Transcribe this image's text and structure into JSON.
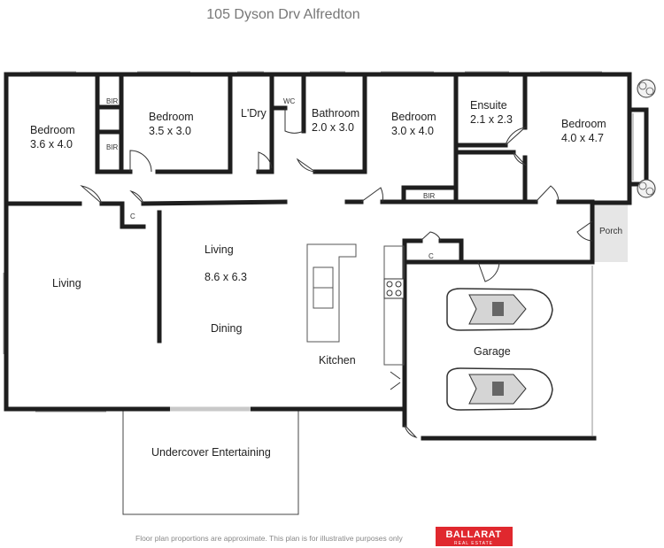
{
  "title": "105 Dyson Drv Alfredton",
  "rooms": {
    "bedroom1_name": "Bedroom",
    "bedroom1_size": "3.6 x 4.0",
    "bir1": "BIR",
    "bir2": "BIR",
    "bedroom2_name": "Bedroom",
    "bedroom2_size": "3.5 x 3.0",
    "laundry": "L'Dry",
    "wc": "WC",
    "bathroom_name": "Bathroom",
    "bathroom_size": "2.0 x 3.0",
    "bedroom3_name": "Bedroom",
    "bedroom3_size": "3.0 x 4.0",
    "bir3": "BIR",
    "ensuite_name": "Ensuite",
    "ensuite_size": "2.1 x 2.3",
    "bedroom4_name": "Bedroom",
    "bedroom4_size": "4.0 x 4.7",
    "cupboard1": "C",
    "cupboard2": "C",
    "living_left": "Living",
    "living_name": "Living",
    "living_size": "8.6 x 6.3",
    "dining": "Dining",
    "kitchen": "Kitchen",
    "porch": "Porch",
    "garage": "Garage",
    "undercover": "Undercover Entertaining"
  },
  "footer": {
    "disclaimer": "Floor plan proportions are approximate. This plan is for illustrative purposes only",
    "brand": "BALLARAT",
    "brand_sub": "REAL ESTATE",
    "brand_color": "#e0282e"
  }
}
